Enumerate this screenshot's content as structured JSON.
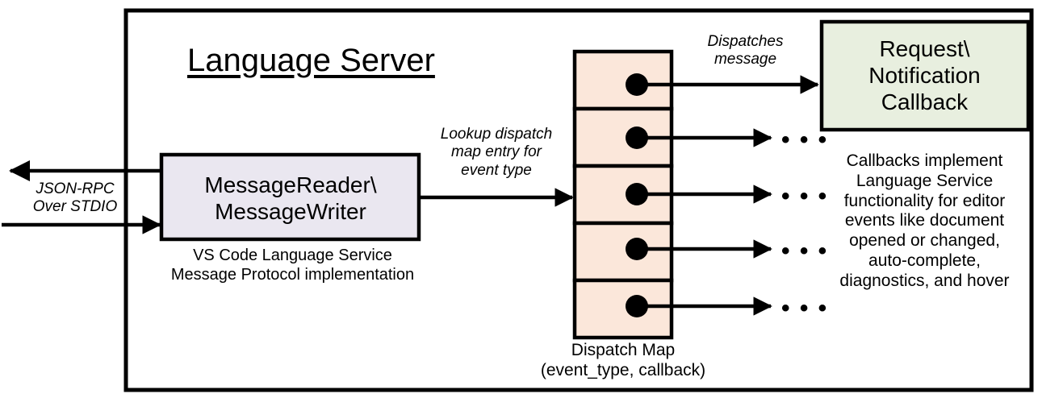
{
  "diagram": {
    "title": "Language Server",
    "outer_container_name": "language-server-boundary",
    "colors": {
      "reader_box_fill": "#eae7f0",
      "dispatch_cell_fill": "#fbe7da",
      "callback_box_fill": "#e8efdf",
      "stroke": "#000000",
      "background": "#ffffff"
    },
    "external_channel": {
      "label": "JSON-RPC\nOver STDIO",
      "outbound_arrow": "arrow pointing left out of Language Server",
      "inbound_arrow": "arrow pointing right into MessageReader\\MessageWriter"
    },
    "reader_box": {
      "label": "MessageReader\\\nMessageWriter",
      "caption": "VS Code Language Service\nMessage Protocol implementation"
    },
    "lookup_edge": {
      "label": "Lookup dispatch\nmap entry for\nevent type"
    },
    "dispatch_map": {
      "caption": "Dispatch Map\n(event_type, callback)",
      "rows": [
        {
          "index": 1,
          "has_entry_dot": true,
          "outbound": "callback-box"
        },
        {
          "index": 2,
          "has_entry_dot": true,
          "outbound": "ellipsis"
        },
        {
          "index": 3,
          "has_entry_dot": true,
          "outbound": "ellipsis"
        },
        {
          "index": 4,
          "has_entry_dot": true,
          "outbound": "ellipsis"
        },
        {
          "index": 5,
          "has_entry_dot": true,
          "outbound": "ellipsis"
        }
      ],
      "ellipsis_glyph": "• • •"
    },
    "dispatch_edge": {
      "label": "Dispatches\nmessage"
    },
    "callback_box": {
      "label": "Request\\\nNotification\nCallback",
      "caption": "Callbacks implement\nLanguage Service\nfunctionality for editor\nevents like document\nopened or changed,\nauto-complete,\ndiagnostics, and hover"
    }
  }
}
